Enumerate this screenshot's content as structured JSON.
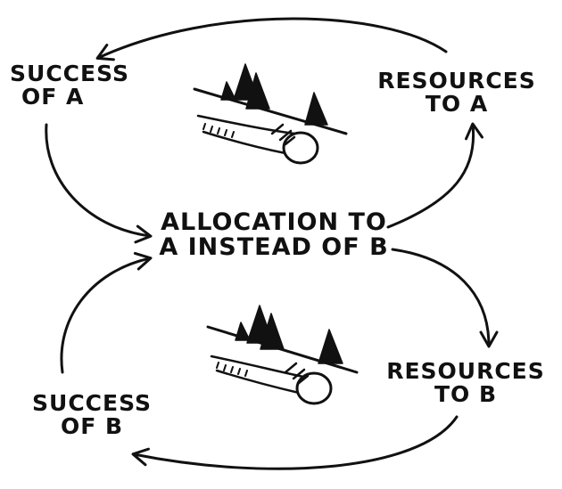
{
  "nodes": {
    "success_a": {
      "line1": "SUCCESS",
      "line2": "OF A"
    },
    "resources_a": {
      "line1": "RESOURCES",
      "line2": "TO A"
    },
    "allocation": {
      "line1": "ALLOCATION TO",
      "line2": "A INSTEAD OF B"
    },
    "resources_b": {
      "line1": "RESOURCES",
      "line2": "TO B"
    },
    "success_b": {
      "line1": "SUCCESS",
      "line2": "OF B"
    }
  },
  "icons": [
    "snowball-rolling-downhill-icon",
    "snowball-rolling-downhill-icon"
  ],
  "colors": {
    "ink": "#111111",
    "background": "#ffffff"
  }
}
